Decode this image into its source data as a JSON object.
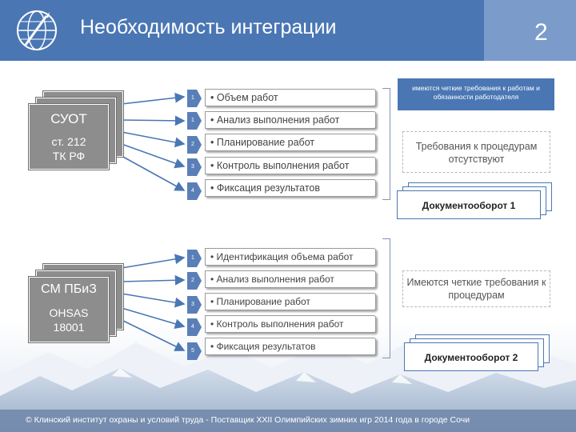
{
  "header": {
    "title": "Необходимость интеграции",
    "slide_number": "2",
    "logo_icon": "globe-emblem-icon"
  },
  "group1": {
    "card_title": "СУОТ",
    "card_subtitle_line1": "ст. 212",
    "card_subtitle_line2": "ТК РФ",
    "items": [
      {
        "num": "1",
        "label": "• Объем работ"
      },
      {
        "num": "1",
        "label": "• Анализ выполнения работ"
      },
      {
        "num": "2",
        "label": "• Планирование работ"
      },
      {
        "num": "3",
        "label": "• Контроль выполнения работ"
      },
      {
        "num": "4",
        "label": "• Фиксация результатов"
      }
    ],
    "note": "имеются четкие требования к работам и обязанности работодателя",
    "requirements": "Требования к процедурам отсутствуют",
    "docflow": "Документооборот 1"
  },
  "group2": {
    "card_title": "СМ ПБиЗ",
    "card_subtitle_line1": "OHSAS",
    "card_subtitle_line2": "18001",
    "items": [
      {
        "num": "1",
        "label": "• Идентификация объема работ"
      },
      {
        "num": "2",
        "label": "• Анализ выполнения работ"
      },
      {
        "num": "3",
        "label": "• Планирование работ"
      },
      {
        "num": "4",
        "label": "• Контроль выполнения работ"
      },
      {
        "num": "5",
        "label": "• Фиксация результатов"
      }
    ],
    "requirements": "Имеются четкие требования к процедурам",
    "docflow": "Документооборот 2"
  },
  "footer": {
    "text": "© Клинский институт охраны и условий труда - Поставщик XXII Олимпийских зимних игр 2014 года в городе Сочи"
  },
  "colors": {
    "header_blue": "#4a77b4",
    "header_light": "#7b9ccb",
    "card_gray": "#8d8d8d",
    "marker_blue": "#5a7fb8"
  }
}
